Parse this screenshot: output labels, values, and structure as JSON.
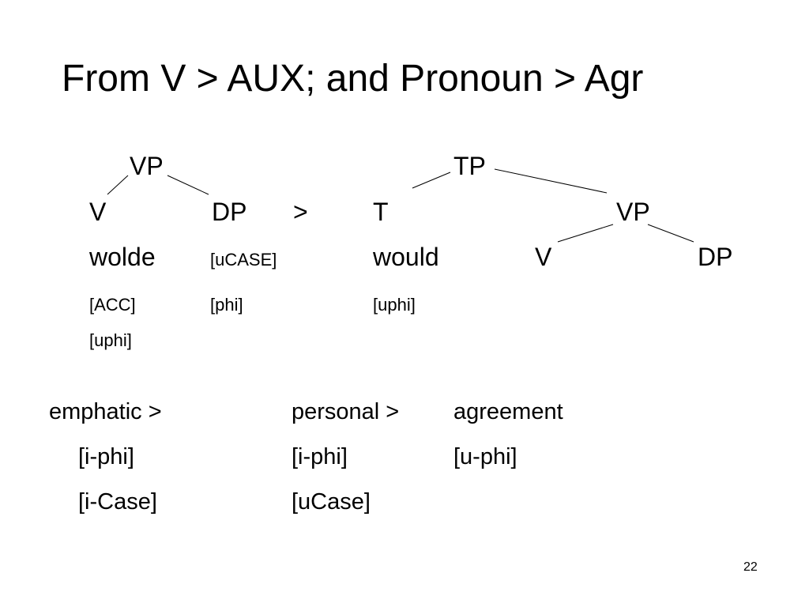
{
  "title": "From V > AUX; and Pronoun > Agr",
  "tree_left": {
    "root": "VP",
    "v": "V",
    "dp": "DP",
    "v_word": "wolde",
    "v_feature_1": "[ACC]",
    "v_feature_2": "[uphi]",
    "dp_feature_1": "[uCASE]",
    "dp_feature_2": "[phi]"
  },
  "arrow": ">",
  "tree_right": {
    "root": "TP",
    "t": "T",
    "vp": "VP",
    "t_word": "would",
    "t_feature": "[uphi]",
    "v": "V",
    "dp": "DP"
  },
  "cline": {
    "col1_header": "emphatic >",
    "col1_feature_1": "[i-phi]",
    "col1_feature_2": "[i-Case]",
    "col2_header": "personal >",
    "col2_feature_1": "[i-phi]",
    "col2_feature_2": "[uCase]",
    "col3_header": "agreement",
    "col3_feature_1": "[u-phi]"
  },
  "page_number": "22"
}
